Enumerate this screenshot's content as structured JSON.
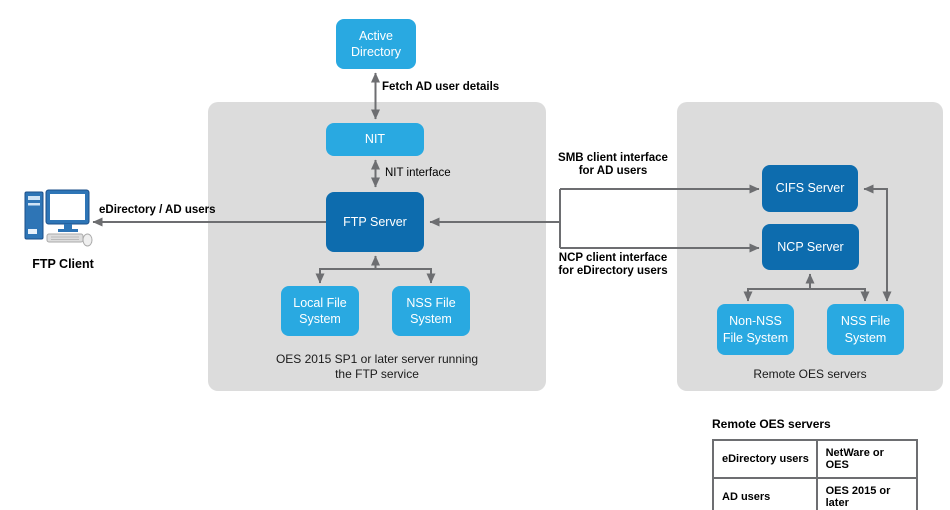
{
  "colors": {
    "node_light_blue": "#29A9E1",
    "node_dark_blue": "#0D6CAE",
    "container_gray": "#DCDCDC",
    "arrow_gray": "#6D6E71"
  },
  "nodes": {
    "active_directory": "Active\nDirectory",
    "nit": "NIT",
    "ftp_server": "FTP Server",
    "local_file_system": "Local File\nSystem",
    "nss_file_system_mid": "NSS File\nSystem",
    "cifs_server": "CIFS Server",
    "ncp_server": "NCP Server",
    "non_nss_file_system": "Non-NSS\nFile System",
    "nss_file_system_right": "NSS File\nSystem"
  },
  "edge_labels": {
    "fetch_ad": "Fetch AD user details",
    "nit_interface": "NIT interface",
    "edirectory_ad_users": "eDirectory / AD users",
    "smb_client": "SMB client interface\nfor AD users",
    "ncp_client": "NCP client interface\nfor eDirectory users"
  },
  "captions": {
    "middle_container": "OES 2015 SP1 or later server running\nthe FTP service",
    "right_container": "Remote OES servers",
    "ftp_client": "FTP Client"
  },
  "table": {
    "heading": "Remote OES servers",
    "rows": [
      [
        "eDirectory users",
        "NetWare or OES"
      ],
      [
        "AD users",
        "OES 2015 or later"
      ]
    ]
  }
}
